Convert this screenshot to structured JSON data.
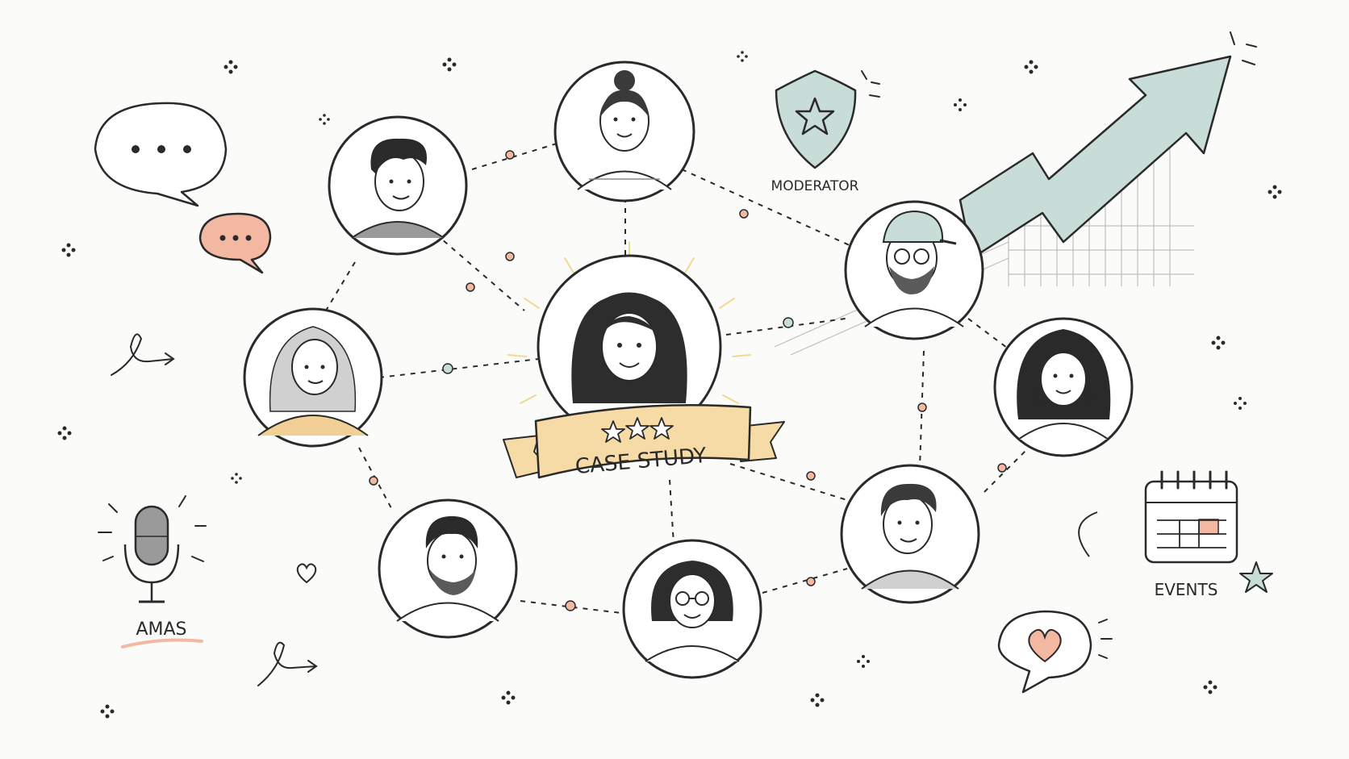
{
  "labels": {
    "banner": "CASE STUDY",
    "moderator": "MODERATOR",
    "events": "EVENTS",
    "amas": "AMAS"
  },
  "colors": {
    "ink": "#2a2a2a",
    "peach": "#f2b8a2",
    "banner_fill": "#f7dba6",
    "mint": "#c9ddd8",
    "glow": "#f3d58a"
  },
  "icons": [
    "speech-bubble-icon",
    "moderator-shield-icon",
    "growth-arrow-icon",
    "microphone-icon",
    "calendar-icon",
    "heart-bubble-icon",
    "heart-icon",
    "star-icon"
  ],
  "members": [
    "member-center",
    "member-top",
    "member-top-left",
    "member-left",
    "member-bottom-left",
    "member-bottom",
    "member-bottom-right",
    "member-right-cap",
    "member-far-right"
  ]
}
